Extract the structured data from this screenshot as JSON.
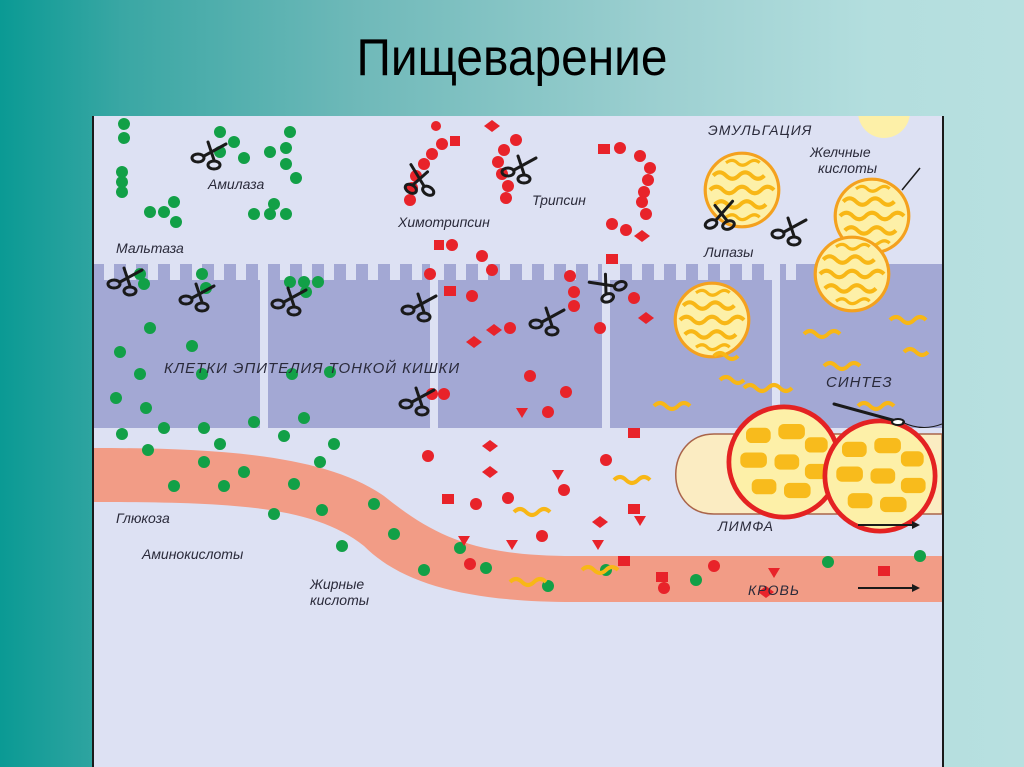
{
  "slide": {
    "title": "Пищеварение"
  },
  "diagram": {
    "enzymes": {
      "amylase": "Амилаза",
      "trypsin": "Трипсин",
      "chymotrypsin": "Химотрипсин",
      "maltase": "Мальтаза",
      "lipases": "Липазы"
    },
    "processes": {
      "emulsification": "ЭМУЛЬГАЦИЯ",
      "synthesis": "СИНТЕЗ"
    },
    "substances": {
      "bile_acids_line1": "Желчные",
      "bile_acids_line2": "кислоты",
      "glucose": "Глюкоза",
      "amino_acids": "Аминокислоты",
      "fatty_acids_line1": "Жирные",
      "fatty_acids_line2": "кислоты"
    },
    "regions": {
      "epithelium": "КЛЕТКИ ЭПИТЕЛИЯ ТОНКОЙ КИШКИ",
      "lymph": "ЛИМФА",
      "blood": "КРОВЬ"
    },
    "colors": {
      "background": "#dde1f3",
      "epithelium": "#a3a8d4",
      "blood": "#f29c86",
      "lymph": "#fbecc2",
      "glucose_green": "#12a047",
      "amino_red": "#e8232a",
      "fat_yellow": "#f8c21a"
    }
  }
}
